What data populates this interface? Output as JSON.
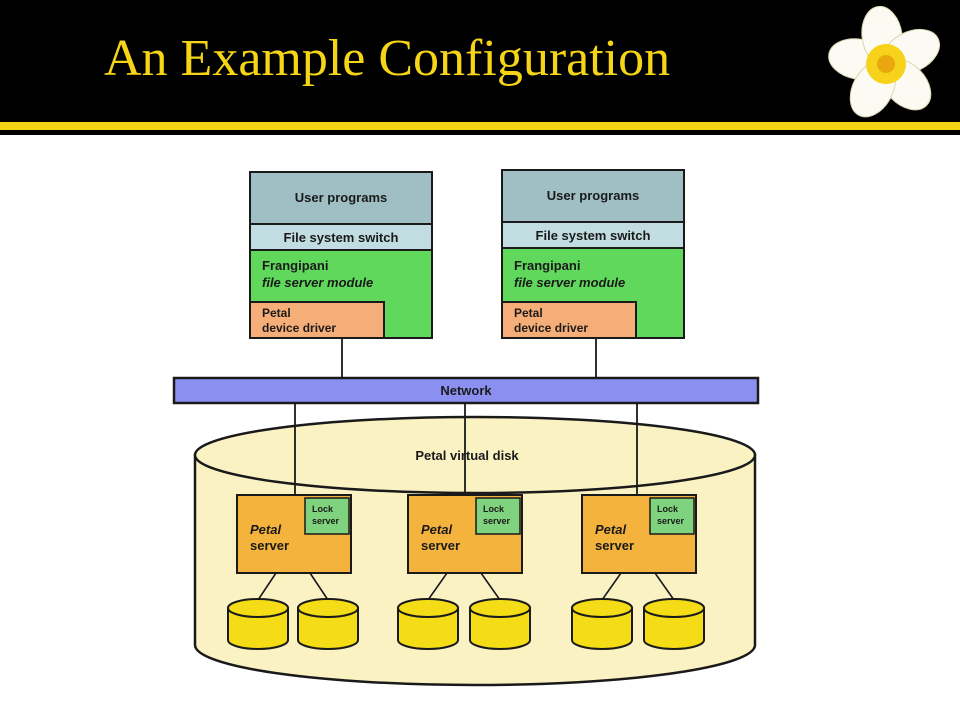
{
  "slide": {
    "title": "An Example Configuration",
    "colors": {
      "header_bg": "#000000",
      "title": "#f5d516",
      "accent_rule": "#f5d516"
    }
  },
  "diagram": {
    "workstations": [
      {
        "user_programs": "User programs",
        "fs_switch": "File system switch",
        "frangipani_line1": "Frangipani",
        "frangipani_line2": "file server module",
        "driver_line1": "Petal",
        "driver_line2": "device driver"
      },
      {
        "user_programs": "User programs",
        "fs_switch": "File system switch",
        "frangipani_line1": "Frangipani",
        "frangipani_line2": "file server module",
        "driver_line1": "Petal",
        "driver_line2": "device driver"
      }
    ],
    "network": "Network",
    "virtual_disk": "Petal virtual disk",
    "servers": [
      {
        "line1": "Petal",
        "line2": "server",
        "lock1": "Lock",
        "lock2": "server"
      },
      {
        "line1": "Petal",
        "line2": "server",
        "lock1": "Lock",
        "lock2": "server"
      },
      {
        "line1": "Petal",
        "line2": "server",
        "lock1": "Lock",
        "lock2": "server"
      }
    ],
    "colors": {
      "user_programs": "#9fbfc4",
      "fs_switch": "#c2dde2",
      "frangipani": "#5fd85c",
      "driver": "#f6ae78",
      "network": "#8a8ff0",
      "disk_body": "#fbf2c4",
      "server": "#f4b33c",
      "lock": "#7fd37e",
      "drive": "#f4dc16"
    }
  }
}
